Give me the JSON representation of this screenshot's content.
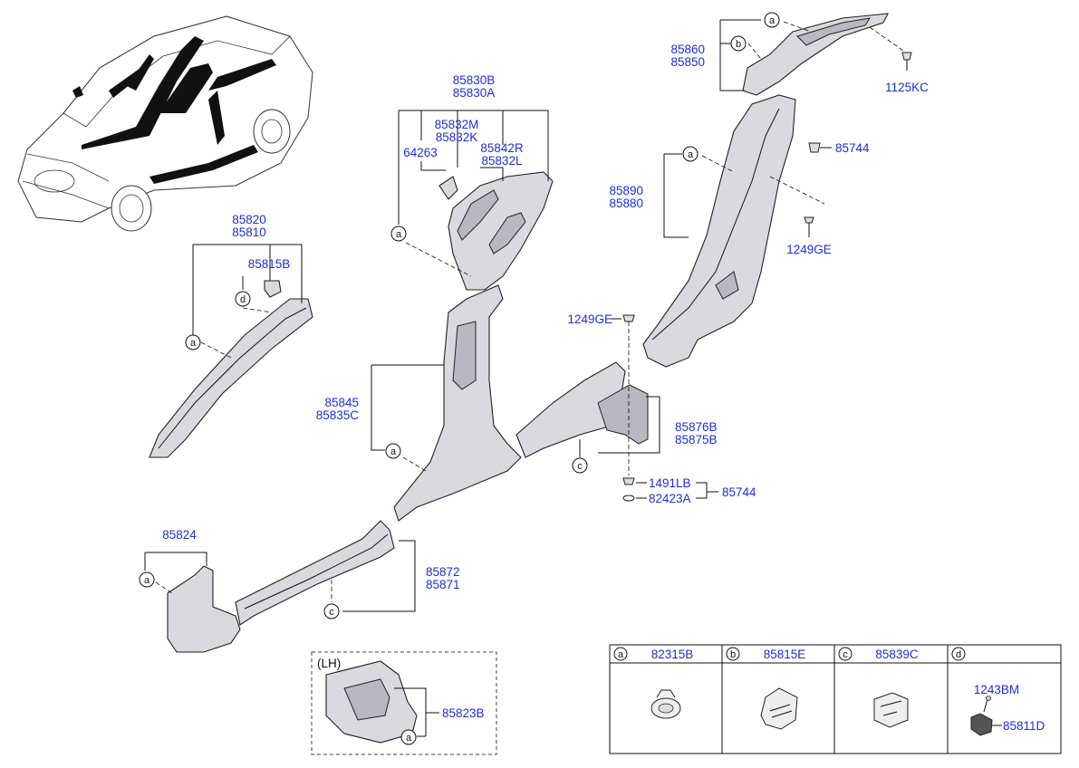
{
  "labels": {
    "p85830": [
      "85830B",
      "85830A"
    ],
    "p85832": [
      "85832M",
      "85832K"
    ],
    "p64263": "64263",
    "p85842": [
      "85842R",
      "85832L"
    ],
    "p85820": [
      "85820",
      "85810"
    ],
    "p85815b": "85815B",
    "p85845": [
      "85845",
      "85835C"
    ],
    "p85824": "85824",
    "p85872": [
      "85872",
      "85871"
    ],
    "p85860": [
      "85860",
      "85850"
    ],
    "p1125kc": "1125KC",
    "p85744top": "85744",
    "p85890": [
      "85890",
      "85880"
    ],
    "p1249ge_r": "1249GE",
    "p1249ge_m": "1249GE",
    "p85876": [
      "85876B",
      "85875B"
    ],
    "p1491lb": "1491LB",
    "p82423a": "82423A",
    "p85744bot": "85744",
    "p85823b": "85823B",
    "lh": "(LH)"
  },
  "callouts": {
    "a": "a",
    "b": "b",
    "c": "c",
    "d": "d"
  },
  "legend": [
    {
      "letter": "a",
      "part": "82315B"
    },
    {
      "letter": "b",
      "part": "85815E"
    },
    {
      "letter": "c",
      "part": "85839C"
    },
    {
      "letter": "d",
      "part": ""
    }
  ],
  "legend_d_parts": [
    "1243BM",
    "85811D"
  ],
  "colors": {
    "label": "#1d2fd6",
    "line": "#111111",
    "part_fill": "#d9d9e0",
    "car_highlight": "#111111"
  }
}
